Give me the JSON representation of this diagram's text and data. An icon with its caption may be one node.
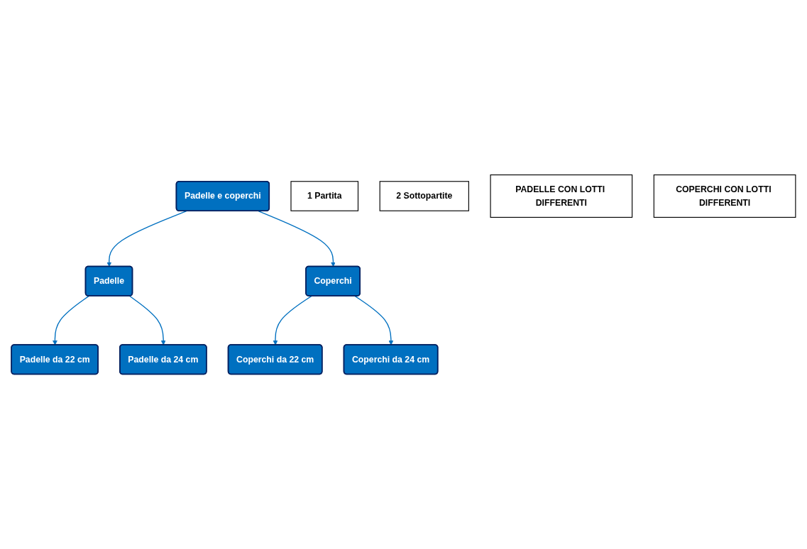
{
  "diagram": {
    "nodes": [
      {
        "text": [
          "Padelle e coperchi"
        ]
      },
      {
        "text": [
          "Padelle"
        ]
      },
      {
        "text": [
          "Coperchi"
        ]
      },
      {
        "text": [
          "Padelle da 22 cm"
        ]
      },
      {
        "text": [
          "Padelle da 24 cm"
        ]
      },
      {
        "text": [
          "Coperchi da 22 cm"
        ]
      },
      {
        "text": [
          "Coperchi da 24 cm"
        ]
      },
      {
        "text": [
          "1 Partita"
        ]
      },
      {
        "text": [
          "2 Sottopartite"
        ]
      },
      {
        "text": [
          "PADELLE CON LOTTI DIFFERENTI"
        ]
      },
      {
        "text": [
          "COPERCHI CON LOTTI DIFFERENTI"
        ]
      }
    ],
    "edges": [
      {
        "from": 0,
        "to": 1,
        "arrow": "to"
      },
      {
        "from": 0,
        "to": 2,
        "arrow": "to"
      },
      {
        "from": 1,
        "to": 3,
        "arrow": "to"
      },
      {
        "from": 1,
        "to": 4,
        "arrow": "to"
      },
      {
        "from": 2,
        "to": 5,
        "arrow": "to"
      },
      {
        "from": 2,
        "to": 6,
        "arrow": "to"
      }
    ]
  }
}
